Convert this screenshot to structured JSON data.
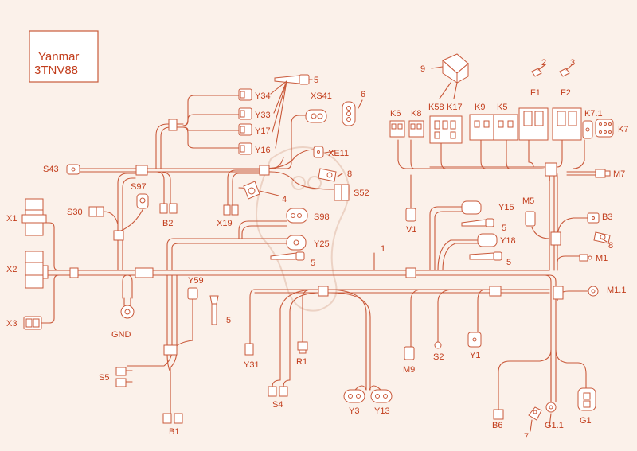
{
  "title": {
    "brand": "Yanmar",
    "model": "3TNV88"
  },
  "colors": {
    "line": "#c9593a",
    "text": "#c23d1c",
    "background": "#fbf1ea"
  },
  "labels": {
    "Y34": "Y34",
    "Y33": "Y33",
    "Y17": "Y17",
    "Y16": "Y16",
    "XS41": "XS41",
    "n5a": "5",
    "n6": "6",
    "n9": "9",
    "n2": "2",
    "n3": "3",
    "K58": "K58",
    "K17": "K17",
    "K6": "K6",
    "K8": "K8",
    "K9": "K9",
    "K5": "K5",
    "F1": "F1",
    "F2": "F2",
    "K71": "K7.1",
    "K7": "K7",
    "S43": "S43",
    "XE11": "XE11",
    "n8a": "8",
    "S97": "S97",
    "S52": "S52",
    "n4": "4",
    "M7": "M7",
    "S30": "S30",
    "X1": "X1",
    "B2": "B2",
    "X19": "X19",
    "S98": "S98",
    "V1": "V1",
    "Y15": "Y15",
    "M5": "M5",
    "B3": "B3",
    "n5b": "5",
    "n8b": "8",
    "Y25": "Y25",
    "Y18": "Y18",
    "n5c": "5",
    "n1": "1",
    "n5d": "5",
    "M1": "M1",
    "X2": "X2",
    "Y59": "Y59",
    "M11": "M1.1",
    "X3": "X3",
    "GND": "GND",
    "n5e": "5",
    "Y31": "Y31",
    "R1": "R1",
    "M9": "M9",
    "S2": "S2",
    "Y1": "Y1",
    "S5": "S5",
    "S4": "S4",
    "Y3": "Y3",
    "Y13": "Y13",
    "G11": "G1.1",
    "G1": "G1",
    "B6": "B6",
    "n7": "7",
    "B1": "B1"
  }
}
